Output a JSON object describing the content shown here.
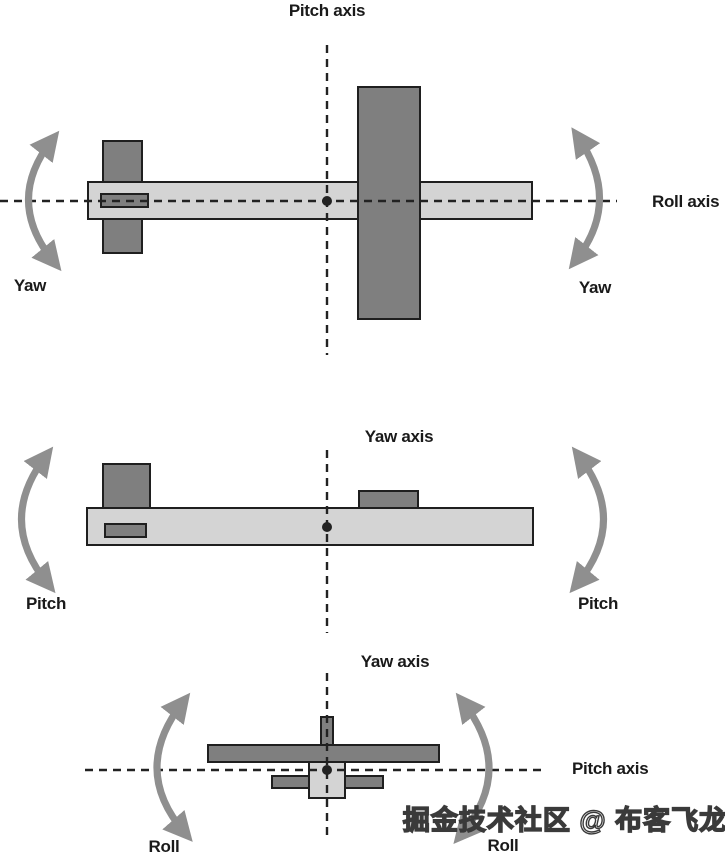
{
  "colors": {
    "background": "#ffffff",
    "body_light_gray": "#d4d4d4",
    "part_dark_gray": "#7f7f7f",
    "outline": "#1f1f1f",
    "arrow_gray": "#8f8f8f",
    "text": "#1a1a1a",
    "watermark_fill": "#ffffff",
    "watermark_stroke": "#3a3a3a"
  },
  "views": {
    "top": {
      "axis_label_top": "Pitch axis",
      "axis_label_right": "Roll axis",
      "rotation_label_left": "Yaw",
      "rotation_label_right": "Yaw"
    },
    "middle": {
      "axis_label_top": "Yaw axis",
      "rotation_label_left": "Pitch",
      "rotation_label_right": "Pitch"
    },
    "bottom": {
      "axis_label_top": "Yaw axis",
      "axis_label_right": "Pitch axis",
      "rotation_label_left": "Roll",
      "rotation_label_right": "Roll"
    }
  },
  "watermark": {
    "text": "掘金技术社区 @ 布客飞龙"
  }
}
